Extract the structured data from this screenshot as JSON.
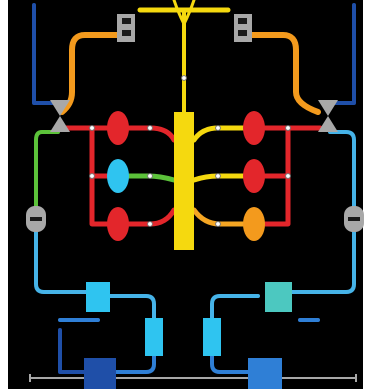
{
  "diagram": {
    "background_color": "#000000",
    "frame_color": "#ffffff",
    "palette": {
      "dark_blue": "#1f4fa8",
      "mid_blue": "#2f7fd6",
      "cyan": "#2fc4f0",
      "light_blue": "#46b3e8",
      "teal": "#4cc8c0",
      "orange": "#f39a1d",
      "orange_light": "#f5a623",
      "yellow": "#f5d90f",
      "red": "#e3262b",
      "green": "#5cc23a",
      "gray": "#a8a8a8",
      "white": "#ffffff"
    },
    "components": [
      {
        "name": "central-manifold",
        "shape": "bar",
        "color": "#f5d90f"
      },
      {
        "name": "top-left-terminal",
        "shape": "block",
        "color": "#a8a8a8"
      },
      {
        "name": "top-right-terminal",
        "shape": "block",
        "color": "#a8a8a8"
      },
      {
        "name": "left-valve",
        "shape": "bowtie",
        "color": "#a8a8a8"
      },
      {
        "name": "right-valve",
        "shape": "bowtie",
        "color": "#a8a8a8"
      },
      {
        "name": "left-gauge",
        "shape": "capsule",
        "color": "#a8a8a8"
      },
      {
        "name": "right-gauge",
        "shape": "capsule",
        "color": "#a8a8a8"
      },
      {
        "name": "left-chamber-top",
        "shape": "ellipse",
        "color": "#e3262b"
      },
      {
        "name": "left-chamber-middle",
        "shape": "ellipse",
        "color": "#2fc4f0"
      },
      {
        "name": "left-chamber-bottom",
        "shape": "ellipse",
        "color": "#e3262b"
      },
      {
        "name": "right-chamber-top",
        "shape": "ellipse",
        "color": "#e3262b"
      },
      {
        "name": "right-chamber-middle",
        "shape": "ellipse",
        "color": "#e3262b"
      },
      {
        "name": "right-chamber-bottom",
        "shape": "ellipse",
        "color": "#f39a1d"
      },
      {
        "name": "left-upper-block",
        "shape": "square",
        "color": "#2fc4f0"
      },
      {
        "name": "left-lower-block",
        "shape": "rect",
        "color": "#2fc4f0"
      },
      {
        "name": "right-upper-block",
        "shape": "square",
        "color": "#4cc8c0"
      },
      {
        "name": "right-lower-block",
        "shape": "rect",
        "color": "#2fc4f0"
      },
      {
        "name": "bottom-left-block",
        "shape": "square",
        "color": "#1f4fa8"
      },
      {
        "name": "bottom-right-block",
        "shape": "square",
        "color": "#2f7fd6"
      }
    ]
  }
}
